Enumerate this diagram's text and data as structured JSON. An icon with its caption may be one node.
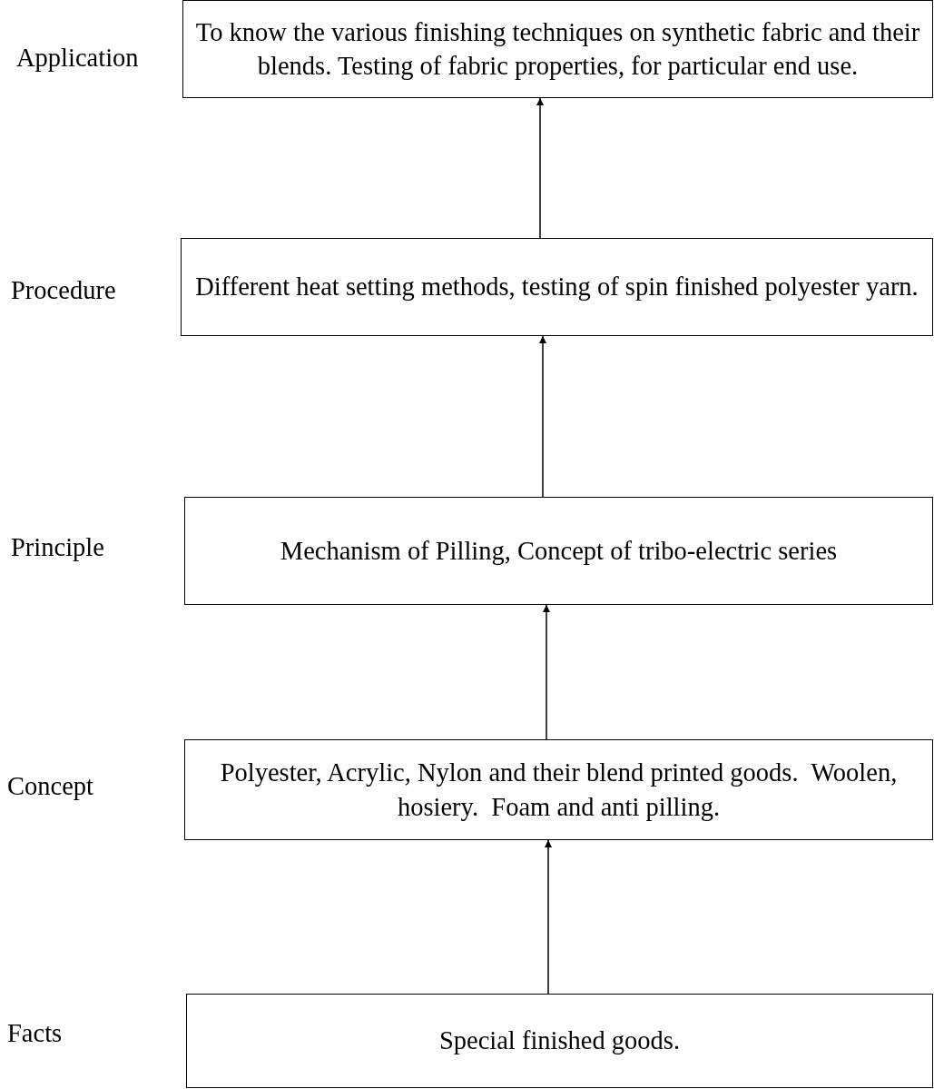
{
  "diagram": {
    "nodes": [
      {
        "text": [
          "To know the various finishing techniques on synthetic fabric and their blends. Testing of fabric properties, for particular end use."
        ]
      },
      {
        "text": [
          "Different heat setting methods, testing of spin finished polyester yarn."
        ]
      },
      {
        "text": [
          "Mechanism of Pilling, Concept of tribo-electric series"
        ]
      },
      {
        "text": [
          "Polyester, Acrylic, Nylon and their blend printed goods.  Woolen, hosiery.  Foam and anti pilling."
        ]
      },
      {
        "text": [
          "Special finished goods."
        ]
      }
    ],
    "edges": [
      {
        "from": 4,
        "to": 3,
        "arrow": "to"
      },
      {
        "from": 3,
        "to": 2,
        "arrow": "to"
      },
      {
        "from": 2,
        "to": 1,
        "arrow": "to"
      },
      {
        "from": 1,
        "to": 0,
        "arrow": "to"
      }
    ],
    "labels": [
      "Application",
      "Procedure",
      "Principle",
      "Concept",
      "Facts"
    ]
  }
}
